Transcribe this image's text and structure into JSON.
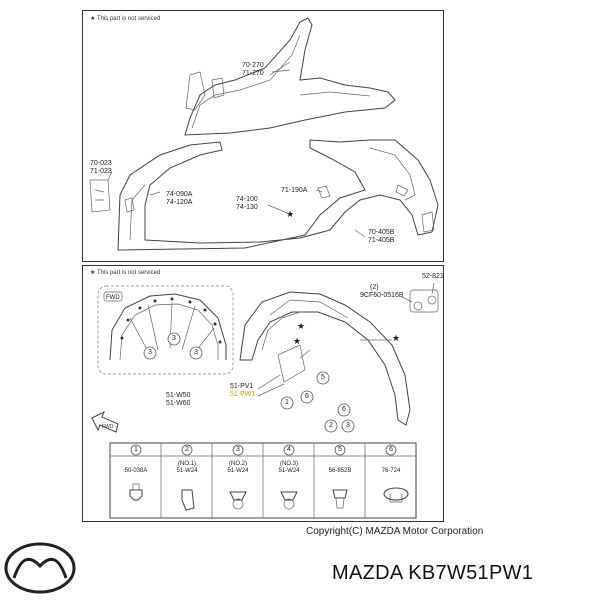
{
  "notes": {
    "not_serviced_top": "★ This part is not serviced",
    "not_serviced_bottom": "★ This part is not serviced"
  },
  "labels": {
    "l_70_270": "70-270",
    "l_71_270": "71-270",
    "l_70_023": "70-023",
    "l_71_023": "71-023",
    "l_74_090A": "74-090A",
    "l_74_120A": "74-120A",
    "l_74_100": "74-100",
    "l_74_130": "74-130",
    "l_71_190A": "71-190A",
    "l_70_405B": "70-405B",
    "l_71_405B": "71-405B",
    "l_52_821": "52-821",
    "l_2": "(2)",
    "l_9CF60": "9CF60-0516B",
    "l_fwd": "FWD",
    "l_51_PV1": "51-PV1",
    "l_51_PW1": "51-PW1",
    "l_51_W50": "51-W50",
    "l_51_W60": "51-W60"
  },
  "callouts": [
    "3",
    "3",
    "3",
    "5",
    "6",
    "1",
    "6",
    "2",
    "3"
  ],
  "fasteners": [
    {
      "num": "1",
      "line1": "",
      "line2": "50-038A"
    },
    {
      "num": "2",
      "line1": "(NO.1)",
      "line2": "51-W24"
    },
    {
      "num": "3",
      "line1": "(NO.2)",
      "line2": "51-W24"
    },
    {
      "num": "4",
      "line1": "(NO.3)",
      "line2": "51-W24"
    },
    {
      "num": "5",
      "line1": "",
      "line2": "56-852B"
    },
    {
      "num": "6",
      "line1": "",
      "line2": "76-724"
    }
  ],
  "footer": {
    "copyright": "Copyright(C) MAZDA Motor Corporation",
    "part_number": "MAZDA KB7W51PW1"
  },
  "colors": {
    "highlight": "#c8a000",
    "line": "#444444"
  },
  "icons": {
    "logo": "mazda-logo-icon",
    "arrow": "fwd-arrow-icon"
  }
}
